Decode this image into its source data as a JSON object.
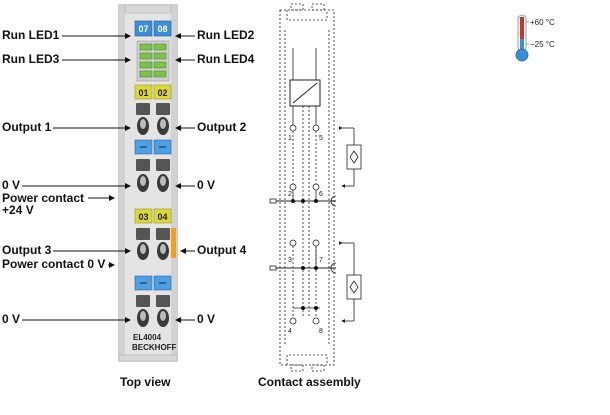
{
  "device": {
    "model": "EL4004",
    "brand": "BECKHOFF",
    "top_badges": [
      "07",
      "08"
    ],
    "badges_a": [
      "01",
      "02"
    ],
    "badges_b": [
      "03",
      "04"
    ]
  },
  "labels_left": {
    "run_led1": "Run LED1",
    "run_led3": "Run LED3",
    "output1": "Output 1",
    "zero_v_1": "0 V",
    "power_contact_24": "Power contact",
    "plus_24v": "+24 V",
    "output3": "Output 3",
    "power_contact_0v": "Power contact 0 V",
    "zero_v_2": "0 V"
  },
  "labels_right": {
    "run_led2": "Run LED2",
    "run_led4": "Run LED4",
    "output2": "Output 2",
    "zero_v_1": "0 V",
    "output4": "Output 4",
    "zero_v_2": "0 V"
  },
  "captions": {
    "top_view": "Top view",
    "contact_assembly": "Contact assembly"
  },
  "contacts": {
    "top_left": "1",
    "top_right": "5",
    "mid_left": "2",
    "mid_right": "6",
    "lower_left": "3",
    "lower_right": "7",
    "bottom_left": "4",
    "bottom_right": "8"
  },
  "temperature": {
    "max": "+60 °C",
    "min": "−25 °C"
  },
  "colors": {
    "module_body": "#e4e4e4",
    "led_badge_blue": "#3a8fd6",
    "channel_badge_yellow": "#dcd83a",
    "terminal_blue": "#4f9fe0",
    "accent_orange": "#f0a020",
    "led_green": "#7fc24a",
    "thermo_red": "#d0302a",
    "thermo_blue": "#3a8fd6"
  }
}
